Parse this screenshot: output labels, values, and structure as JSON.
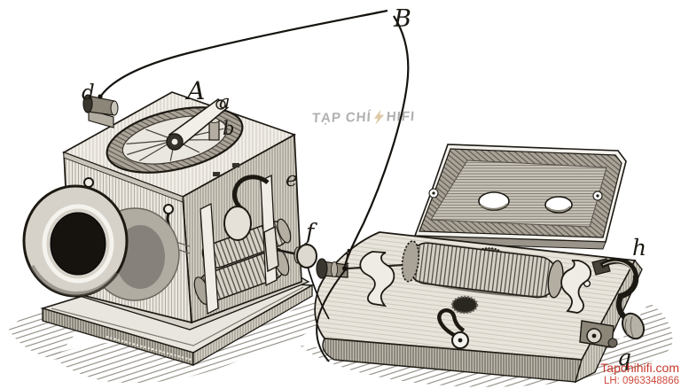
{
  "illustration": {
    "labels": {
      "B": "B",
      "d": "d",
      "A": "A",
      "a": "a",
      "b": "b",
      "e": "e",
      "f": "f",
      "i": "i",
      "h": "h",
      "q": "q"
    }
  },
  "watermark": {
    "part1": "TẠP CHÍ",
    "part2": "HIFI",
    "bolt_icon": "lightning-bolt"
  },
  "footer": {
    "website": "Tapchihifi.com",
    "contact": "LH: 0963348866"
  },
  "colors": {
    "ink": "#1c1913",
    "paper": "#ffffff",
    "watermark_gray": "#9d9d9d",
    "watermark_bolt": "#c9a36c",
    "footer_red": "#c6392c"
  }
}
